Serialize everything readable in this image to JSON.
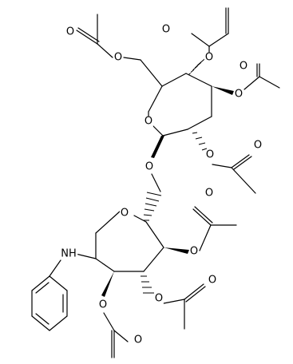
{
  "molecule": {
    "atoms": {
      "ring_o_top": "O",
      "ring_o_bottom": "O",
      "glycosidic_o": "O",
      "amine": "NH",
      "o_6prime": "O",
      "o_6prime_carbonyl": "O",
      "o_4prime": "O",
      "o_4prime_carbonyl": "O",
      "o_3prime": "O",
      "o_3prime_carbonyl": "O",
      "o_2prime": "O",
      "o_2prime_carbonyl": "O",
      "o_4": "O",
      "o_4_carbonyl": "O",
      "o_3": "O",
      "o_3_carbonyl": "O",
      "o_2": "O",
      "o_2_carbonyl": "O"
    }
  }
}
